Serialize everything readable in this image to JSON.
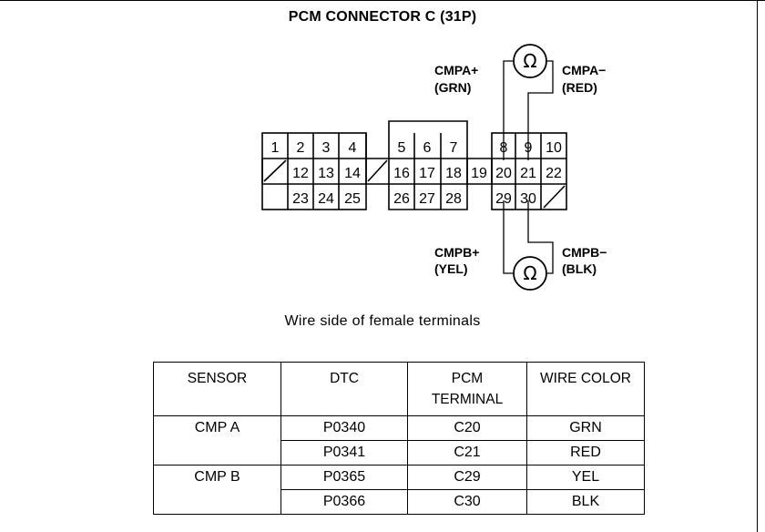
{
  "title": "PCM CONNECTOR C (31P)",
  "caption": "Wire side of female terminals",
  "ohm_symbol": "Ω",
  "labels": {
    "cmpa_plus": "CMPA+",
    "cmpa_plus_color": "(GRN)",
    "cmpa_minus": "CMPA−",
    "cmpa_minus_color": "(RED)",
    "cmpb_plus": "CMPB+",
    "cmpb_plus_color": "(YEL)",
    "cmpb_minus": "CMPB−",
    "cmpb_minus_color": "(BLK)"
  },
  "connector": {
    "row1": [
      "1",
      "2",
      "3",
      "4",
      "5",
      "6",
      "7",
      "8",
      "9",
      "10"
    ],
    "row2": [
      "12",
      "13",
      "14",
      "16",
      "17",
      "18",
      "19",
      "20",
      "21",
      "22"
    ],
    "row3": [
      "23",
      "24",
      "25",
      "26",
      "27",
      "28",
      "29",
      "30"
    ]
  },
  "table": {
    "headers": [
      "SENSOR",
      "DTC",
      "PCM TERMINAL",
      "WIRE COLOR"
    ],
    "rows": [
      {
        "sensor": "CMP A",
        "dtc": "P0340",
        "terminal": "C20",
        "color": "GRN"
      },
      {
        "sensor": "",
        "dtc": "P0341",
        "terminal": "C21",
        "color": "RED"
      },
      {
        "sensor": "CMP B",
        "dtc": "P0365",
        "terminal": "C29",
        "color": "YEL"
      },
      {
        "sensor": "",
        "dtc": "P0366",
        "terminal": "C30",
        "color": "BLK"
      }
    ]
  }
}
